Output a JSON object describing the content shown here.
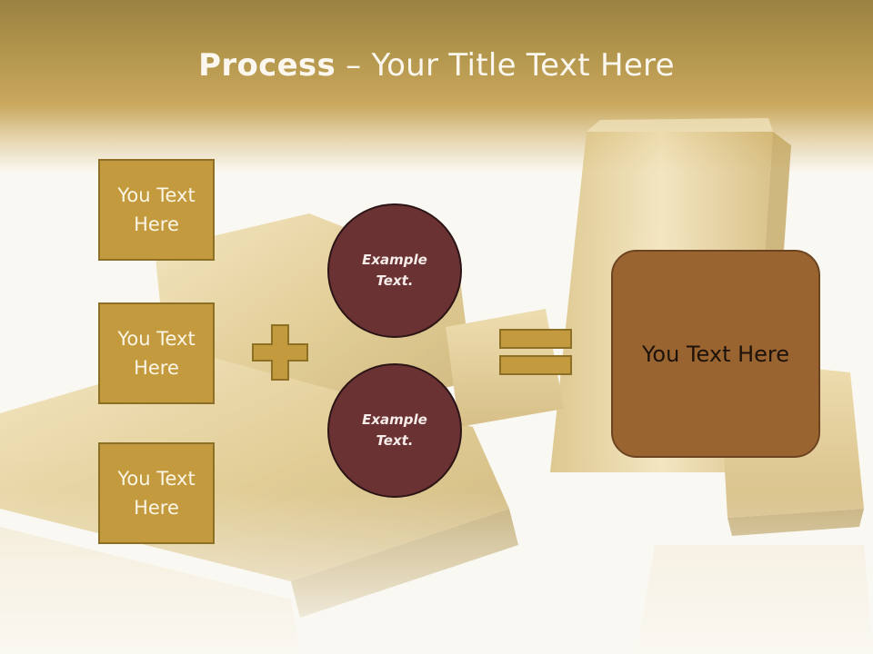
{
  "slide": {
    "title_bold": "Process",
    "title_rest": " – Your Title Text Here"
  },
  "inputs": [
    {
      "label": "You Text Here"
    },
    {
      "label": "You Text Here"
    },
    {
      "label": "You Text Here"
    }
  ],
  "circles": [
    {
      "label": "Example Text."
    },
    {
      "label": "Example Text."
    }
  ],
  "result": {
    "label": "You Text Here"
  },
  "colors": {
    "header": "#a68530",
    "box_fill": "#c39b3e",
    "circle_fill": "#6a3233",
    "result_fill": "#9a6431",
    "operator": "#c39b3e"
  }
}
